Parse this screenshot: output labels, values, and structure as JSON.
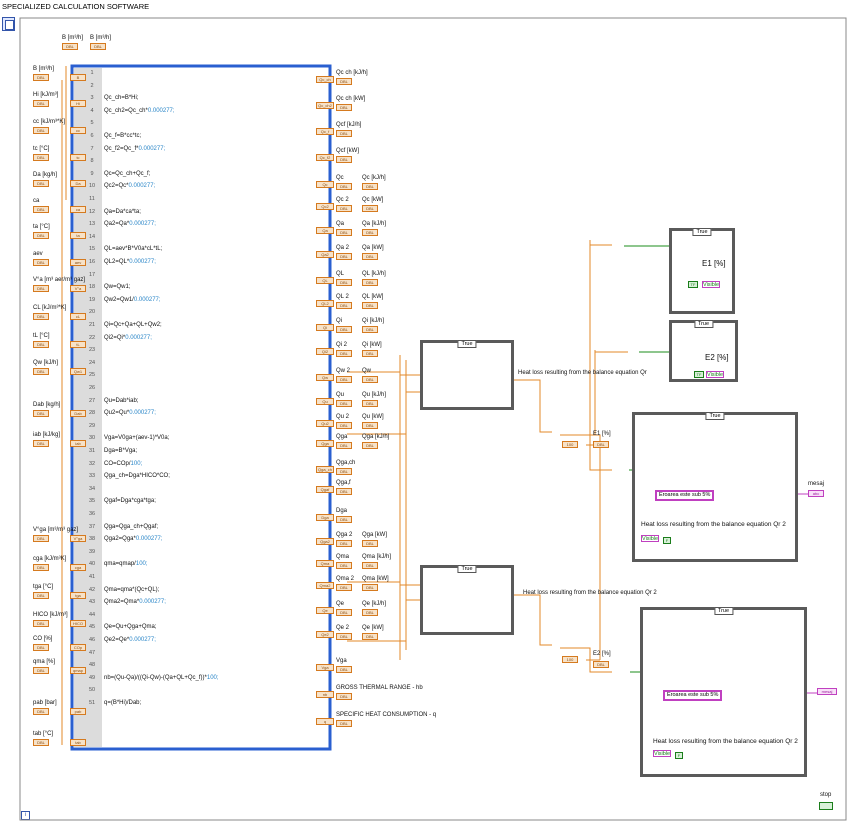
{
  "window": {
    "title": "SPECIALIZED CALCULATION SOFTWARE"
  },
  "top_inputs": [
    "B [m³/h]",
    "B [m³/h]"
  ],
  "left_inputs": [
    {
      "label": "B [m³/h]",
      "term": "B"
    },
    {
      "label": "Hi [kJ/m³]",
      "term": "Hi"
    },
    {
      "label": "cc [kJ/m³*K]",
      "term": "cc"
    },
    {
      "label": "tc [°C]",
      "term": "tc"
    },
    {
      "label": "Da [kg/h]",
      "term": "Da"
    },
    {
      "label": "ca",
      "term": "ca"
    },
    {
      "label": "ta [°C]",
      "term": "ta"
    },
    {
      "label": "aev",
      "term": "aev"
    },
    {
      "label": "V°a [m³ aer/m³ gaz]",
      "term": "V°a"
    },
    {
      "label": "CL [kJ/m³*K]",
      "term": "cL"
    },
    {
      "label": "tL [°C]",
      "term": "tL"
    },
    {
      "label": "Qw [kJ/h]",
      "term": "Qw1"
    },
    {
      "label": "Dab [kg/h]",
      "term": "Dab"
    },
    {
      "label": "iab [kJ/kg]",
      "term": "iab"
    },
    {
      "label": "V°ga [m³/m³ gaz]",
      "term": "V°ga"
    },
    {
      "label": "cga [kJ/m³K]",
      "term": "cga"
    },
    {
      "label": "tga [°C]",
      "term": "tga"
    },
    {
      "label": "HICO [kJ/m³]",
      "term": "HICO"
    },
    {
      "label": "CO [%]",
      "term": "COp"
    },
    {
      "label": "qma [%]",
      "term": "qmap"
    },
    {
      "label": "pab [bar]",
      "term": "pab"
    },
    {
      "label": "tab [°C]",
      "term": "tab"
    }
  ],
  "formula_lines": [
    {
      "n": "1",
      "t": ""
    },
    {
      "n": "2",
      "t": ""
    },
    {
      "n": "3",
      "t": "Qc_ch=B*Hi;"
    },
    {
      "n": "4",
      "t": "Qc_ch2=Qc_ch*",
      "v": "0.000277;"
    },
    {
      "n": "5",
      "t": ""
    },
    {
      "n": "6",
      "t": "Qc_f=B*cc*tc;"
    },
    {
      "n": "7",
      "t": "Qc_f2=Qc_f*",
      "v": "0.000277;"
    },
    {
      "n": "8",
      "t": ""
    },
    {
      "n": "9",
      "t": "Qc=Qc_ch+Qc_f;"
    },
    {
      "n": "10",
      "t": "Qc2=Qc*",
      "v": "0.000277;"
    },
    {
      "n": "11",
      "t": ""
    },
    {
      "n": "12",
      "t": "Qa=Da*ca*ta;"
    },
    {
      "n": "13",
      "t": "Qa2=Qa*",
      "v": "0.000277;"
    },
    {
      "n": "14",
      "t": ""
    },
    {
      "n": "15",
      "t": "QL=aev*B*V0a*cL*tL;"
    },
    {
      "n": "16",
      "t": "QL2=QL*",
      "v": "0.000277;"
    },
    {
      "n": "17",
      "t": ""
    },
    {
      "n": "18",
      "t": "Qw=Qw1;"
    },
    {
      "n": "19",
      "t": "Qw2=Qw1/",
      "v": "0.000277;"
    },
    {
      "n": "20",
      "t": ""
    },
    {
      "n": "21",
      "t": "Qi=Qc+Qa+QL+Qw2;"
    },
    {
      "n": "22",
      "t": "Qi2=Qi*",
      "v": "0.000277;"
    },
    {
      "n": "23",
      "t": ""
    },
    {
      "n": "24",
      "t": ""
    },
    {
      "n": "25",
      "t": ""
    },
    {
      "n": "26",
      "t": ""
    },
    {
      "n": "27",
      "t": "Qu=Dab*iab;"
    },
    {
      "n": "28",
      "t": "Qu2=Qu*",
      "v": "0.000277;"
    },
    {
      "n": "29",
      "t": ""
    },
    {
      "n": "30",
      "t": "Vga=V0ga+(aev-1)*V0a;"
    },
    {
      "n": "31",
      "t": "Dga=B*Vga;"
    },
    {
      "n": "32",
      "t": "CO=COp/",
      "v": "100;"
    },
    {
      "n": "33",
      "t": "Qga_ch=Dga*HICO*CO;"
    },
    {
      "n": "34",
      "t": ""
    },
    {
      "n": "35",
      "t": "Qgaf=Dga*cga*tga;"
    },
    {
      "n": "36",
      "t": ""
    },
    {
      "n": "37",
      "t": "Qga=Qga_ch+Qgaf;"
    },
    {
      "n": "38",
      "t": "Qga2=Qga*",
      "v": "0.000277;"
    },
    {
      "n": "39",
      "t": ""
    },
    {
      "n": "40",
      "t": "qma=qmap/",
      "v": "100;"
    },
    {
      "n": "41",
      "t": ""
    },
    {
      "n": "42",
      "t": "Qma=qma*(Qc+QL);"
    },
    {
      "n": "43",
      "t": "Qma2=Qma*",
      "v": "0.000277;"
    },
    {
      "n": "44",
      "t": ""
    },
    {
      "n": "45",
      "t": "Qe=Qu+Qga+Qma;"
    },
    {
      "n": "46",
      "t": "Qe2=Qe*",
      "v": "0.000277;"
    },
    {
      "n": "47",
      "t": ""
    },
    {
      "n": "48",
      "t": ""
    },
    {
      "n": "49",
      "t": "nb=(Qu-Qa)/((Qi-Qw)-(Qa+QL+Qc_f))*",
      "v": "100;"
    },
    {
      "n": "50",
      "t": ""
    },
    {
      "n": "51",
      "t": "q=(B*Hi)/Dab;"
    }
  ],
  "right_outputs": [
    {
      "term": "Qc_ch",
      "label": "Qc ch [kJ/h]"
    },
    {
      "term": "Qc_ch2",
      "label": "Qc ch [kW]"
    },
    {
      "term": "Qc_f",
      "label": "Qcf [kJ/h]"
    },
    {
      "term": "Qc_f2",
      "label": "Qcf [kW]"
    },
    {
      "term": "Qc",
      "label": "Qc",
      "label2": "Qc [kJ/h]"
    },
    {
      "term": "Qc2",
      "label": "Qc 2",
      "label2": "Qc [kW]"
    },
    {
      "term": "Qa",
      "label": "Qa",
      "label2": "Qa [kJ/h]"
    },
    {
      "term": "Qa2",
      "label": "Qa 2",
      "label2": "Qa [kW]"
    },
    {
      "term": "QL",
      "label": "QL",
      "label2": "QL [kJ/h]"
    },
    {
      "term": "QL2",
      "label": "QL 2",
      "label2": "QL [kW]"
    },
    {
      "term": "Qi",
      "label": "Qi",
      "label2": "Qi [kJ/h]"
    },
    {
      "term": "Qi2",
      "label": "Qi 2",
      "label2": "Qi [kW]"
    },
    {
      "term": "Qw",
      "label": "Qw 2",
      "label2": "Qw"
    },
    {
      "term": "Qu",
      "label": "Qu",
      "label2": "Qu [kJ/h]"
    },
    {
      "term": "Qu2",
      "label": "Qu 2",
      "label2": "Qu [kW]"
    },
    {
      "term": "Qga",
      "label": "Qga",
      "label2": "Qga [kJ/h]"
    },
    {
      "term": "Qga_ch",
      "label": "Qga,ch"
    },
    {
      "term": "Qgaf",
      "label": "Qga,f"
    },
    {
      "term": "Dga",
      "label": "Dga"
    },
    {
      "term": "Qga2",
      "label": "Qga 2",
      "label2": "Qga [kW]"
    },
    {
      "term": "Qma",
      "label": "Qma",
      "label2": "Qma [kJ/h]"
    },
    {
      "term": "Qma2",
      "label": "Qma 2",
      "label2": "Qma [kW]"
    },
    {
      "term": "Qe",
      "label": "Qe",
      "label2": "Qe [kJ/h]"
    },
    {
      "term": "Qe2",
      "label": "Qe 2",
      "label2": "Qe [kW]"
    },
    {
      "term": "Vga",
      "label": "Vga"
    },
    {
      "term": "nb",
      "label": "GROSS THERMAL RANGE - hb"
    },
    {
      "term": "q",
      "label": "SPECIFIC HEAT CONSUMPTION - q"
    }
  ],
  "case_selector": "True",
  "heat_loss_label": "Heat loss resulting from the balance equation Qr",
  "heat_loss_label_2": "Heat loss resulting from the balance equation Qr  2",
  "const_100": "100",
  "e1_label": "E1 [%]",
  "e2_label": "E2 [%]",
  "visible_label": "Visible",
  "message": "Eroarea este sub 5%",
  "mesaj": "mesaj",
  "stop_label": "stop",
  "colors": {
    "wire_orange": "#e3892a",
    "wire_blue": "#2a5fd0",
    "wire_pink": "#c040c0",
    "wire_green": "#1b8d1b",
    "case_border": "#5a5a5a"
  }
}
